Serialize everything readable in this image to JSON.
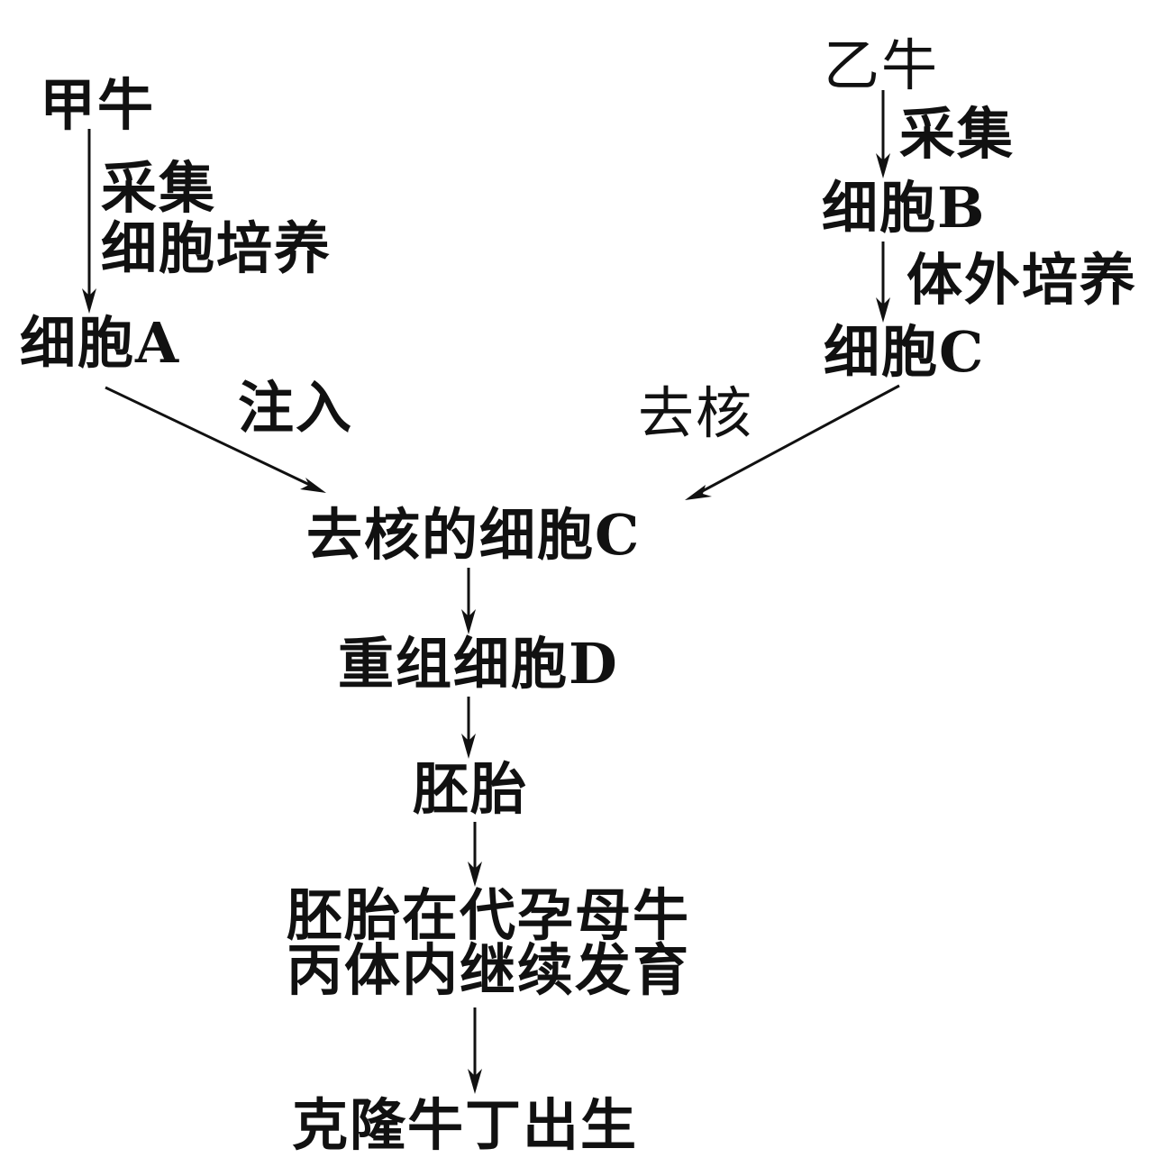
{
  "nodes": {
    "cow_jia": "甲牛",
    "cell_a": "细胞A",
    "cow_yi": "乙牛",
    "cell_b": "细胞B",
    "cell_c": "细胞C",
    "enucleated_cell_c": "去核的细胞C",
    "recombinant_cell_d": "重组细胞D",
    "embryo": "胚胎",
    "development_line1": "胚胎在代孕母牛",
    "development_line2": "丙体内继续发育",
    "clone_born": "克隆牛丁出生"
  },
  "edge_labels": {
    "collect_left": "采集",
    "cell_culture": "细胞培养",
    "collect_right": "采集",
    "in_vitro_culture": "体外培养",
    "inject": "注入",
    "enucleate": "去核"
  },
  "colors": {
    "text": "#111111",
    "arrow": "#111111",
    "background": "#ffffff"
  }
}
